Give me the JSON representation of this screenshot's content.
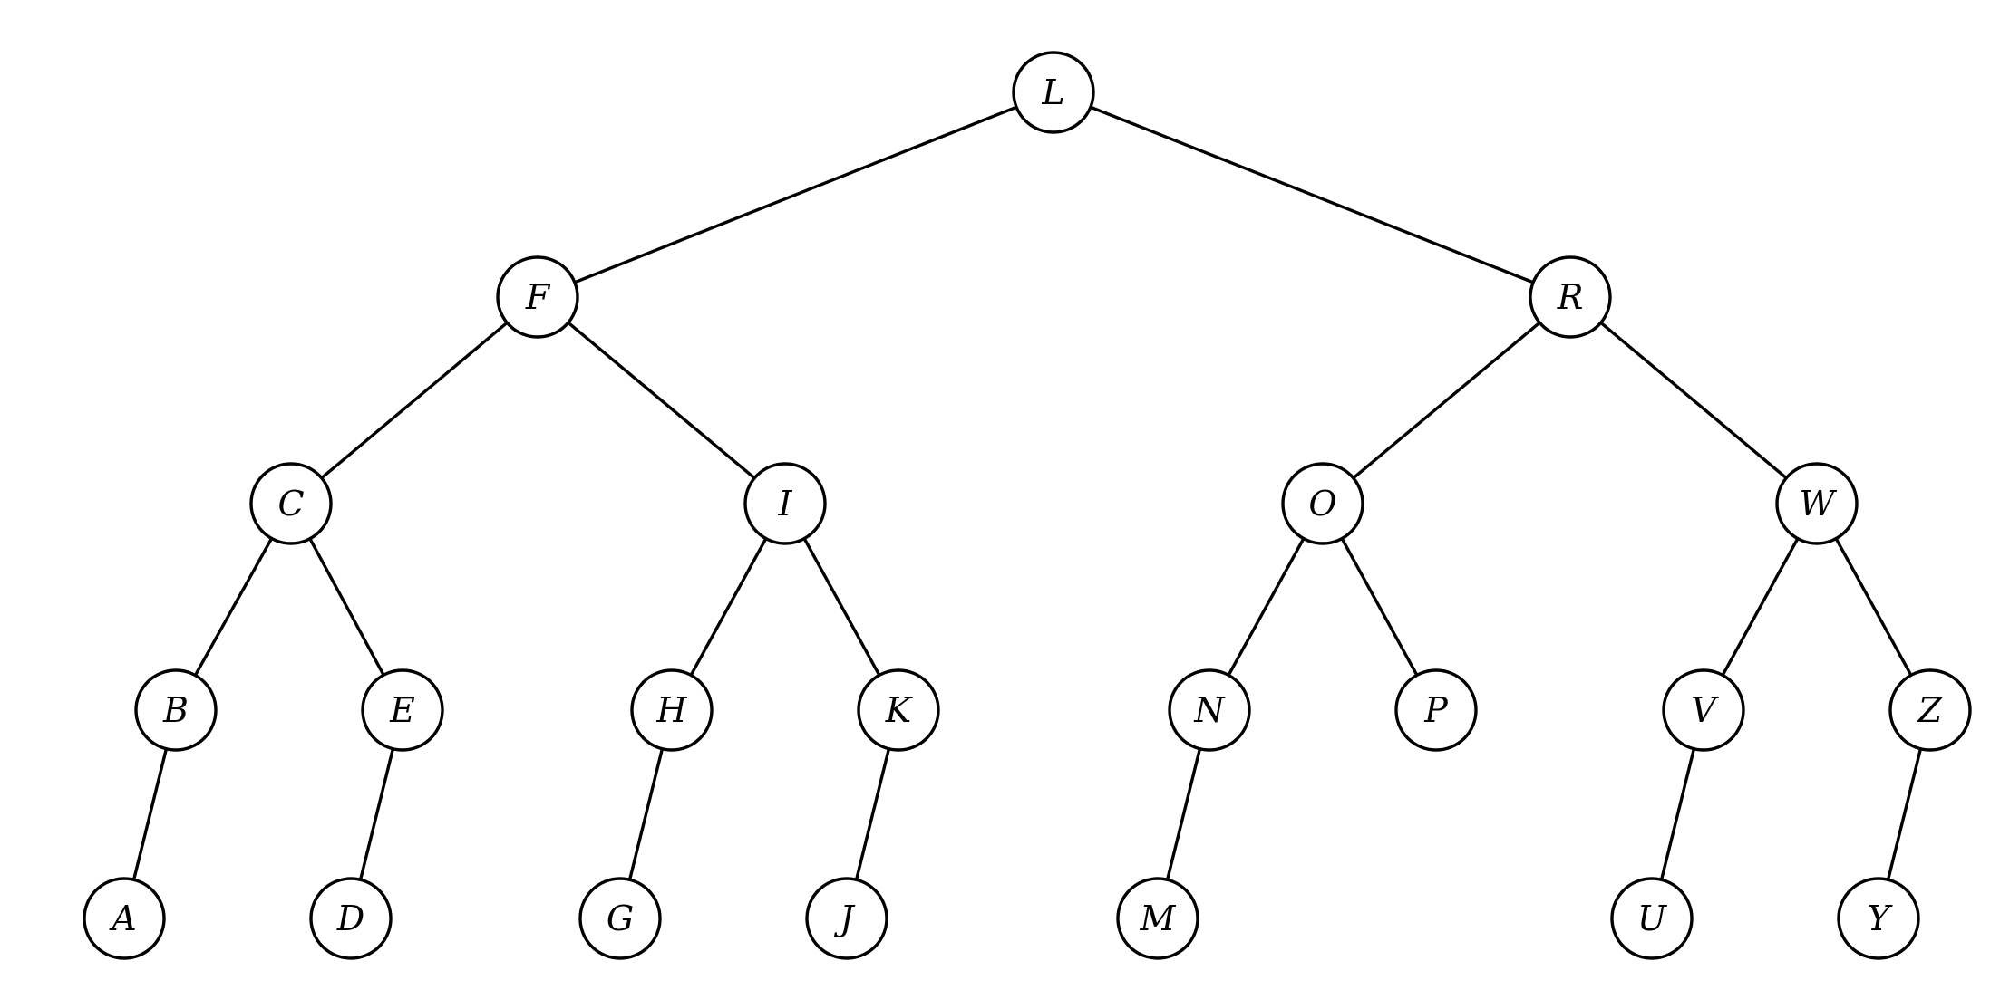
{
  "tree": {
    "nodes": [
      {
        "id": "L",
        "label": "L"
      },
      {
        "id": "F",
        "label": "F"
      },
      {
        "id": "R",
        "label": "R"
      },
      {
        "id": "C",
        "label": "C"
      },
      {
        "id": "I",
        "label": "I"
      },
      {
        "id": "O",
        "label": "O"
      },
      {
        "id": "W",
        "label": "W"
      },
      {
        "id": "B",
        "label": "B"
      },
      {
        "id": "E",
        "label": "E"
      },
      {
        "id": "H",
        "label": "H"
      },
      {
        "id": "K",
        "label": "K"
      },
      {
        "id": "N",
        "label": "N"
      },
      {
        "id": "P",
        "label": "P"
      },
      {
        "id": "V",
        "label": "V"
      },
      {
        "id": "Z",
        "label": "Z"
      },
      {
        "id": "A",
        "label": "A"
      },
      {
        "id": "D",
        "label": "D"
      },
      {
        "id": "G",
        "label": "G"
      },
      {
        "id": "J",
        "label": "J"
      },
      {
        "id": "M",
        "label": "M"
      },
      {
        "id": "U",
        "label": "U"
      },
      {
        "id": "Y",
        "label": "Y"
      }
    ],
    "edges": [
      [
        "L",
        "F"
      ],
      [
        "L",
        "R"
      ],
      [
        "F",
        "C"
      ],
      [
        "F",
        "I"
      ],
      [
        "R",
        "O"
      ],
      [
        "R",
        "W"
      ],
      [
        "C",
        "B"
      ],
      [
        "C",
        "E"
      ],
      [
        "I",
        "H"
      ],
      [
        "I",
        "K"
      ],
      [
        "O",
        "N"
      ],
      [
        "O",
        "P"
      ],
      [
        "W",
        "V"
      ],
      [
        "W",
        "Z"
      ],
      [
        "B",
        "A"
      ],
      [
        "E",
        "D"
      ],
      [
        "H",
        "G"
      ],
      [
        "K",
        "J"
      ],
      [
        "N",
        "M"
      ],
      [
        "V",
        "U"
      ],
      [
        "Z",
        "Y"
      ]
    ]
  }
}
